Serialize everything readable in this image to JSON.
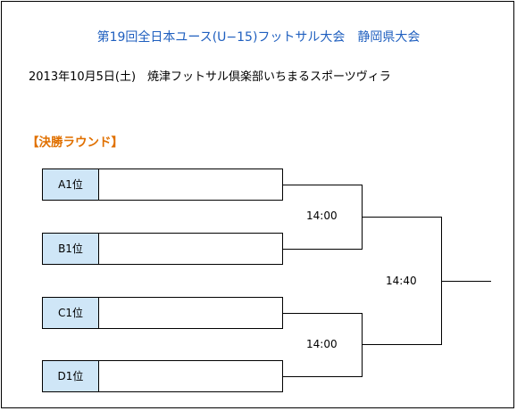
{
  "document": {
    "title": "第19回全日本ユース(U−15)フットサル大会　静岡県大会",
    "subtitle": "2013年10月5日(土)　焼津フットサル倶楽部いちまるスポーツヴィラ",
    "section_heading": "【決勝ラウンド】"
  },
  "bracket": {
    "teams": [
      {
        "seed": "A1位",
        "name": ""
      },
      {
        "seed": "B1位",
        "name": ""
      },
      {
        "seed": "C1位",
        "name": ""
      },
      {
        "seed": "D1位",
        "name": ""
      }
    ],
    "semifinal_1_time": "14:00",
    "semifinal_2_time": "14:00",
    "final_time": "14:40"
  },
  "colors": {
    "title": "#1f5fbf",
    "section_heading": "#e07000",
    "seed_background": "#cfe6f7",
    "lines": "#000000"
  }
}
